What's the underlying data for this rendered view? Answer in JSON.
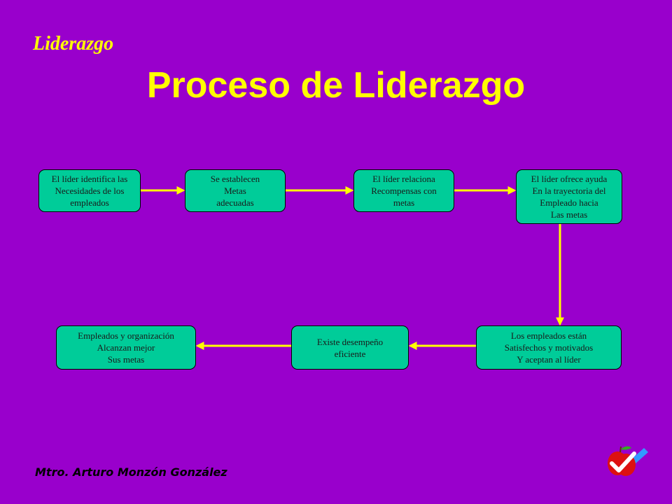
{
  "slide": {
    "kicker": "Liderazgo",
    "title": "Proceso de Liderazgo",
    "footer": "Mtro. Arturo Monzón González",
    "logo_icon": "apple-checkmark-icon"
  },
  "colors": {
    "background": "#9900cc",
    "title_text": "#ffff00",
    "box_fill": "#00cc99",
    "connector": "#ffff00"
  },
  "flow": {
    "steps": [
      {
        "text": "El líder identifica las\nNecesidades de los\nempleados"
      },
      {
        "text": "Se establecen\nMetas\nadecuadas"
      },
      {
        "text": "El líder relaciona\nRecompensas con\nmetas"
      },
      {
        "text": "El líder ofrece ayuda\nEn la trayectoria del\nEmpleado hacia\nLas metas"
      },
      {
        "text": "Los empleados están\nSatisfechos y motivados\nY aceptan al líder"
      },
      {
        "text": "Existe desempeño\neficiente"
      },
      {
        "text": "Empleados y organización\nAlcanzan mejor\nSus metas"
      }
    ]
  }
}
